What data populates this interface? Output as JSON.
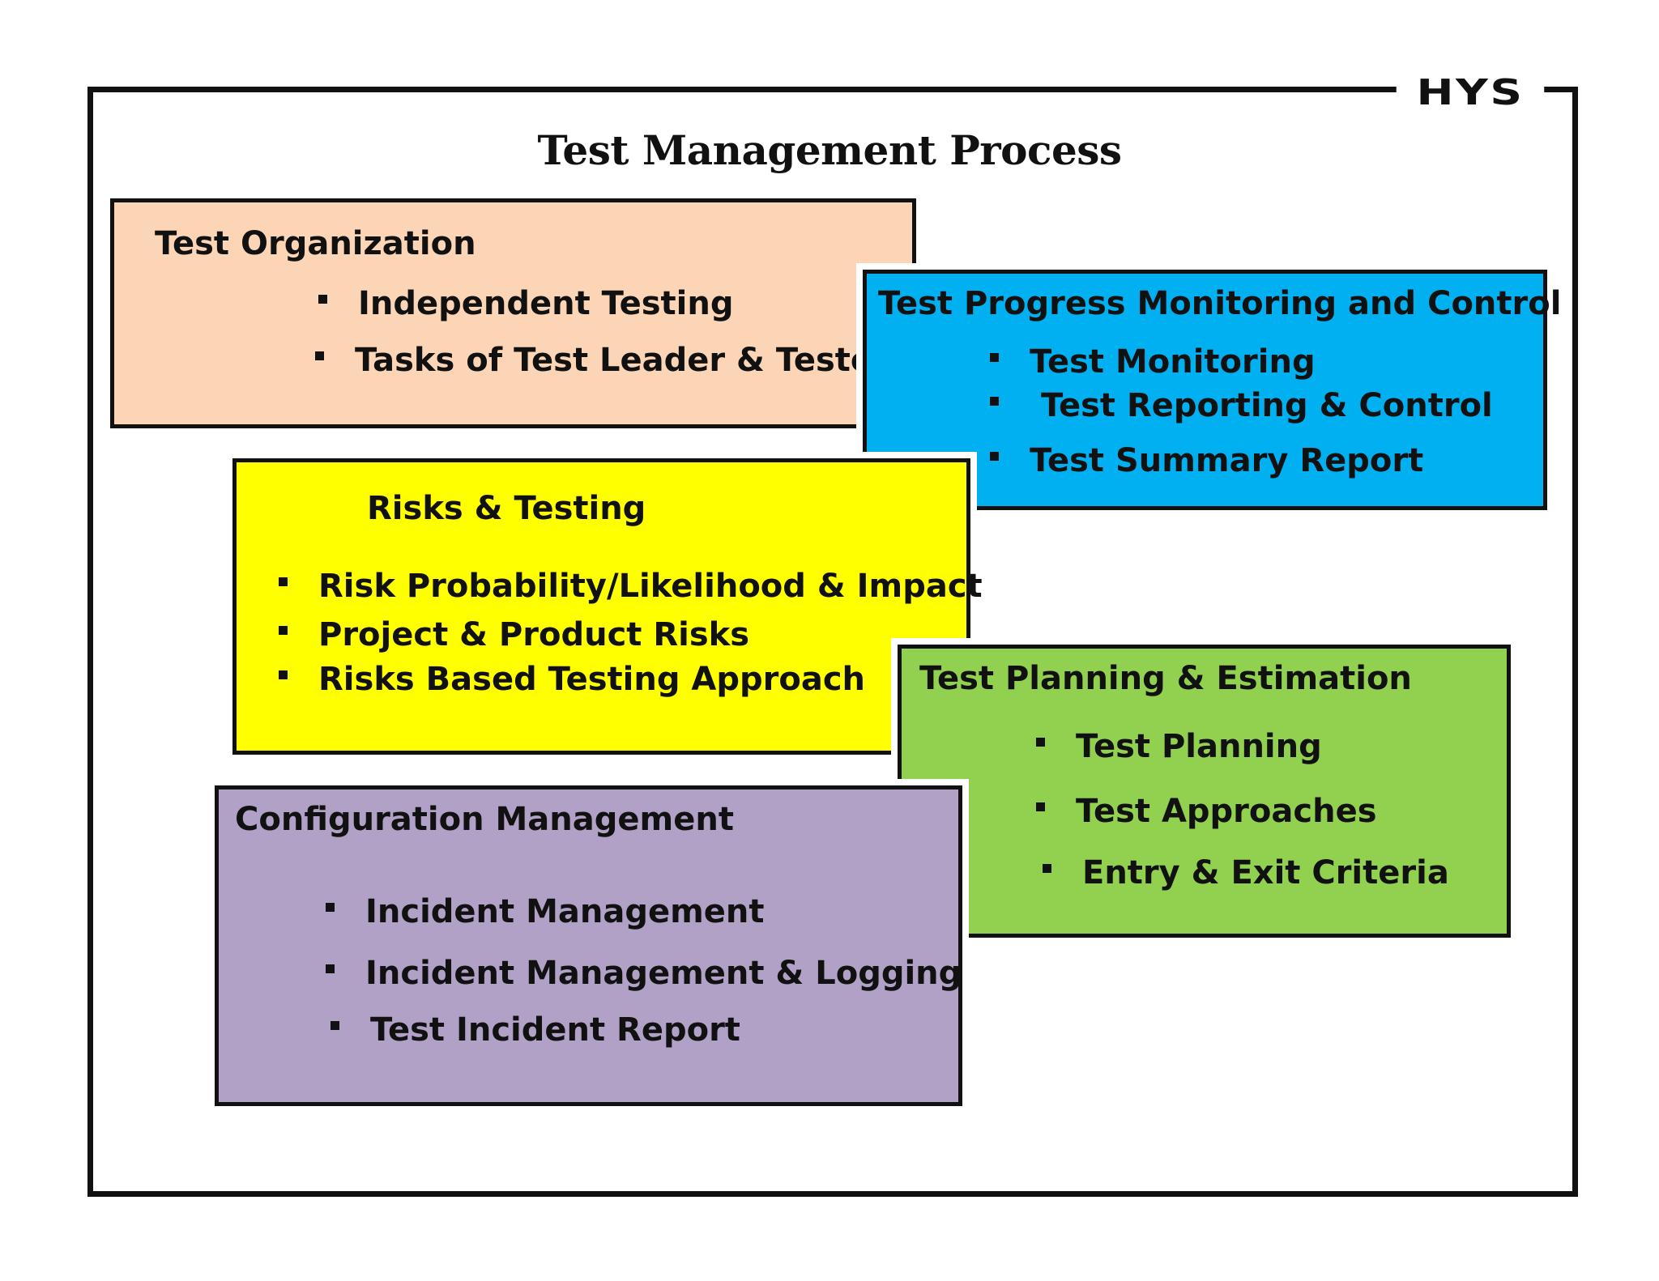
{
  "title": "Test Management Process",
  "logo": "HYS",
  "colors": {
    "frame": "#111111",
    "test_organization": "#fbd5b5",
    "test_progress": "#00b0f0",
    "risks": "#ffff00",
    "test_planning": "#92d050",
    "configuration": "#b2a1c7"
  },
  "boxes": {
    "test_organization": {
      "heading": "Test Organization",
      "items": [
        "Independent Testing",
        "Tasks of Test Leader & Tester"
      ]
    },
    "test_progress": {
      "heading": "Test Progress Monitoring and Control",
      "items": [
        "Test Monitoring",
        "Test Reporting & Control",
        "Test Summary Report"
      ]
    },
    "risks": {
      "heading": "Risks & Testing",
      "items": [
        "Risk Probability/Likelihood & Impact",
        "Project & Product Risks",
        "Risks Based Testing Approach"
      ]
    },
    "test_planning": {
      "heading": "Test Planning & Estimation",
      "items": [
        "Test Planning",
        "Test Approaches",
        "Entry & Exit Criteria"
      ]
    },
    "configuration": {
      "heading": "Configuration Management",
      "items": [
        "Incident Management",
        "Incident Management & Logging",
        "Test Incident Report"
      ]
    }
  }
}
